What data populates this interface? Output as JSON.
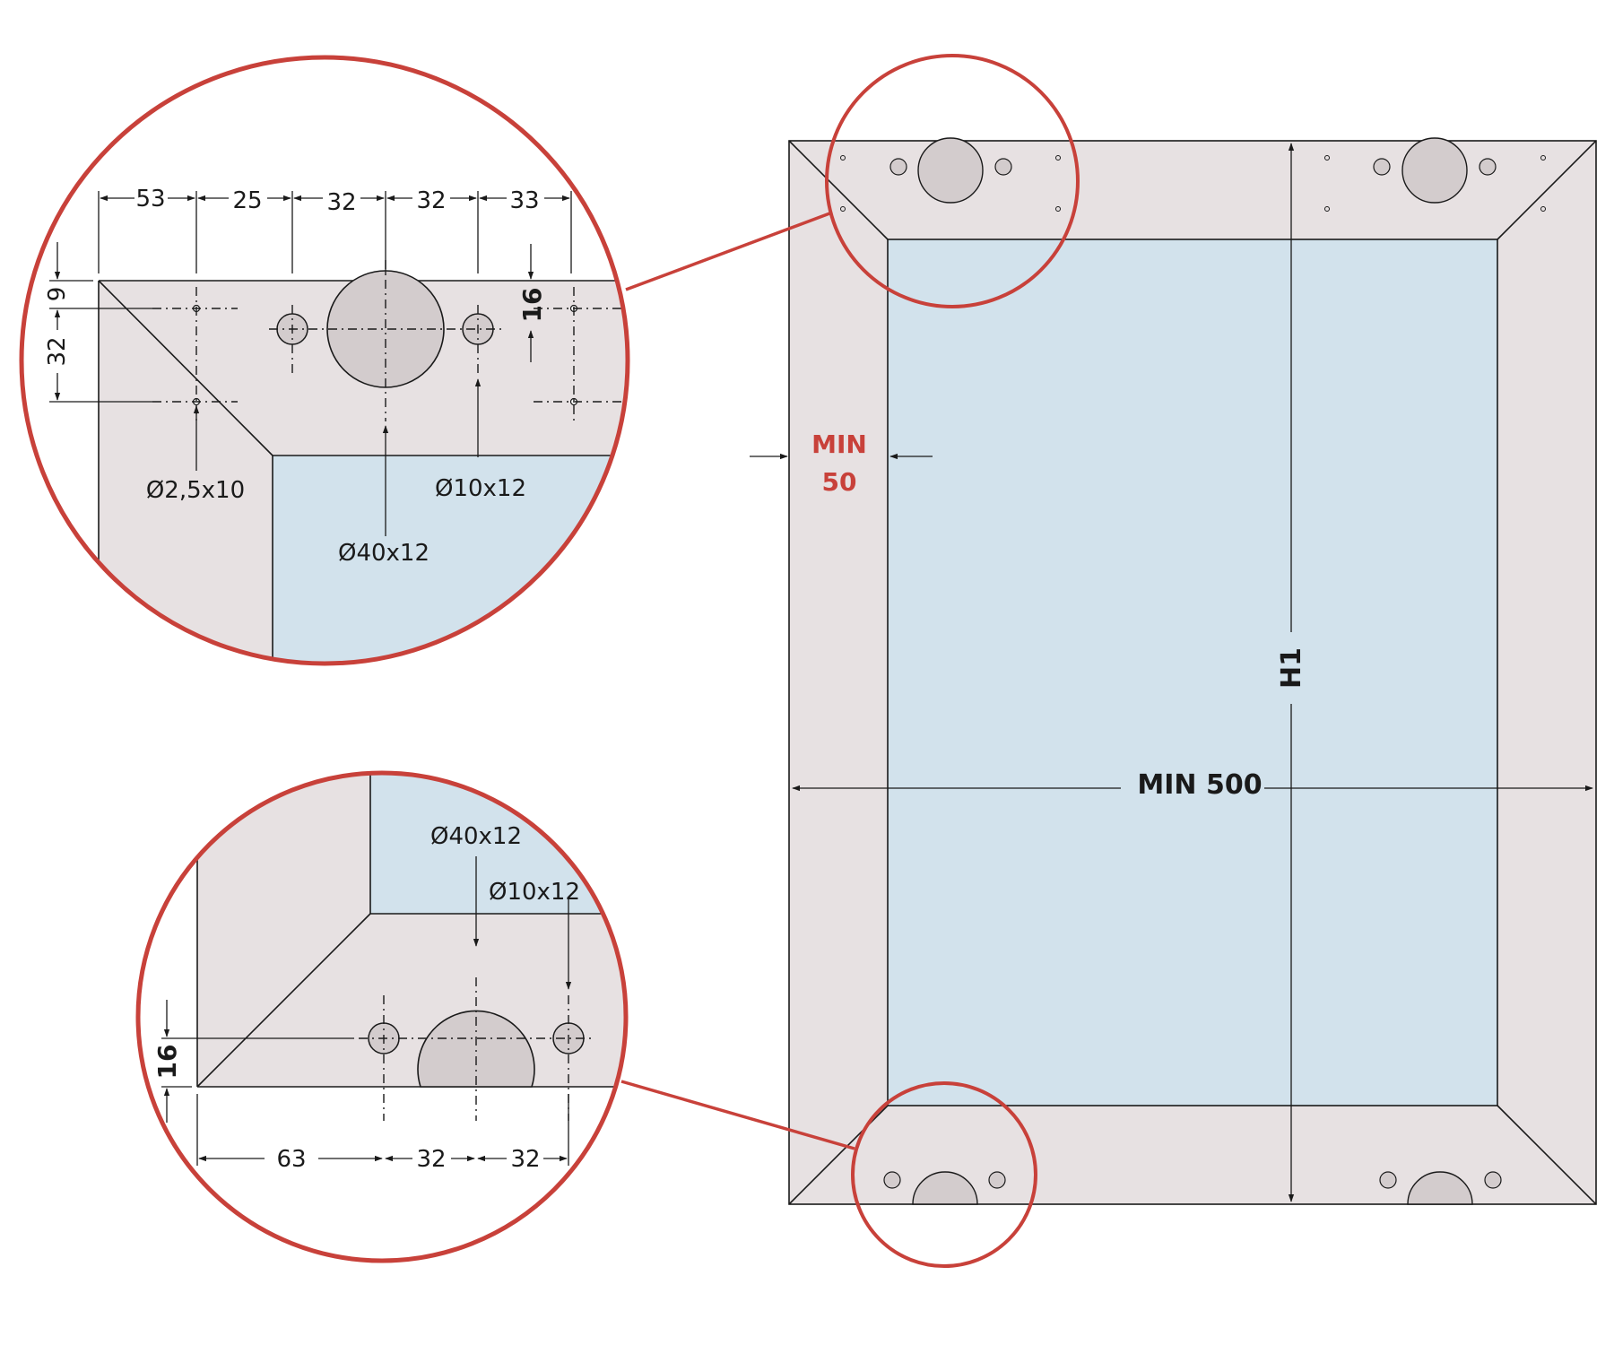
{
  "colors": {
    "frame": "#e7e1e2",
    "panel": "#d2e2ec",
    "hole": "#d3cccd",
    "callout": "#c8413a",
    "line": "#1a1a1a"
  },
  "labels": {
    "min_500": "MIN 500",
    "h1": "H1",
    "min_50_line1": "MIN",
    "min_50_line2": "50"
  },
  "top_detail": {
    "dims": [
      "53",
      "25",
      "32",
      "32",
      "33"
    ],
    "left_9": "9",
    "left_32": "32",
    "dim_16": "16",
    "small_hole": "Ø2,5x10",
    "cup_hole": "Ø40x12",
    "side_hole": "Ø10x12"
  },
  "bottom_detail": {
    "cup_hole": "Ø40x12",
    "side_hole": "Ø10x12",
    "dim_16": "16",
    "dims": [
      "63",
      "32",
      "32"
    ]
  }
}
